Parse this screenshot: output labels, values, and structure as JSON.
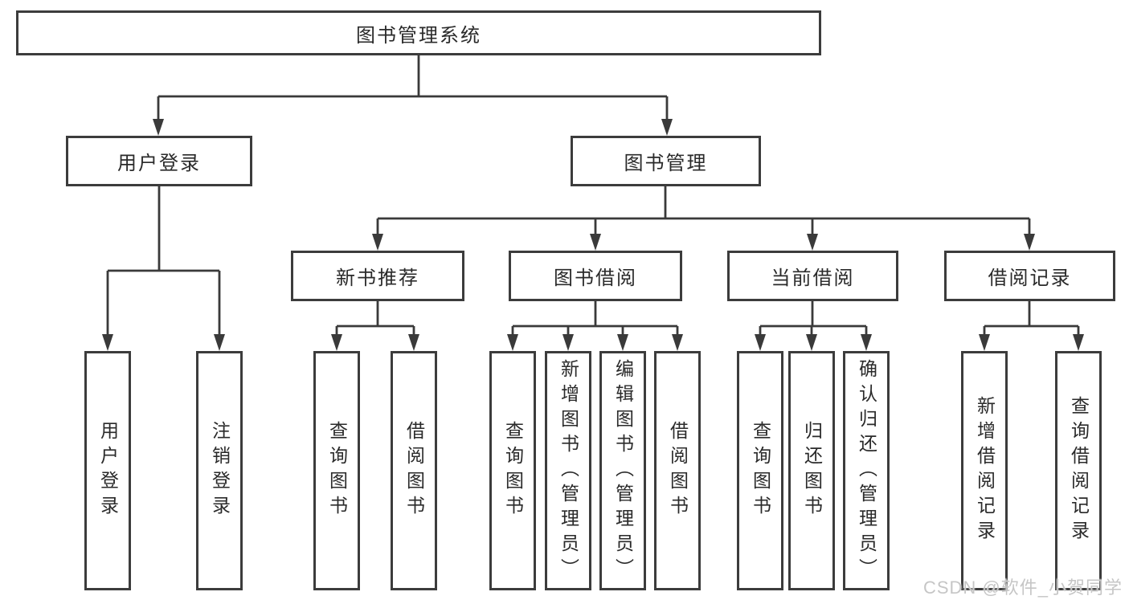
{
  "diagram": {
    "watermark": "CSDN @软件_小贺同学",
    "colors": {
      "line": "#3a3a3a",
      "box_border": "#3c3c3c",
      "text": "#2a2a2a",
      "watermark": "#c6c6c6",
      "background": "#ffffff"
    },
    "root": {
      "label": "图书管理系统"
    },
    "branches": [
      {
        "label": "用户登录",
        "children": [
          {
            "label": "用户登录"
          },
          {
            "label": "注销登录"
          }
        ]
      },
      {
        "label": "图书管理",
        "groups": [
          {
            "label": "新书推荐",
            "children": [
              {
                "label": "查询图书"
              },
              {
                "label": "借阅图书"
              }
            ]
          },
          {
            "label": "图书借阅",
            "children": [
              {
                "label": "查询图书"
              },
              {
                "label": "新增图书（管理员）"
              },
              {
                "label": "编辑图书（管理员）"
              },
              {
                "label": "借阅图书"
              }
            ]
          },
          {
            "label": "当前借阅",
            "children": [
              {
                "label": "查询图书"
              },
              {
                "label": "归还图书"
              },
              {
                "label": "确认归还（管理员）"
              }
            ]
          },
          {
            "label": "借阅记录",
            "children": [
              {
                "label": "新增借阅记录"
              },
              {
                "label": "查询借阅记录"
              }
            ]
          }
        ]
      }
    ]
  }
}
